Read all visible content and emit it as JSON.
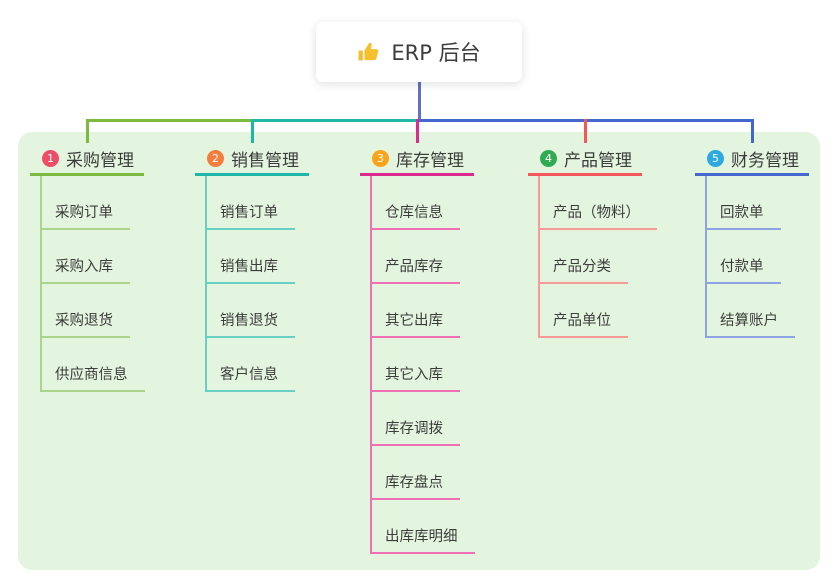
{
  "root": {
    "title": "ERP 后台",
    "icon": "thumbs-up-icon"
  },
  "colors": {
    "page_bg": "#ffffff",
    "panel_bg": "#e4f5df",
    "text": "#3c3c3c",
    "root_connector": "#6370c6",
    "thumb_icon": "#f5c02e"
  },
  "branches": [
    {
      "num": "1",
      "label": "采购管理",
      "badge_color": "#ee4d66",
      "line_color": "#7dbb40",
      "child_line_color": "#aad489",
      "children": [
        "采购订单",
        "采购入库",
        "采购退货",
        "供应商信息"
      ]
    },
    {
      "num": "2",
      "label": "销售管理",
      "badge_color": "#f57d3d",
      "line_color": "#1eb7a9",
      "child_line_color": "#67d0c3",
      "children": [
        "销售订单",
        "销售出库",
        "销售退货",
        "客户信息"
      ]
    },
    {
      "num": "3",
      "label": "库存管理",
      "badge_color": "#f9a41a",
      "line_color": "#dc2a91",
      "child_line_color": "#f070b5",
      "children": [
        "仓库信息",
        "产品库存",
        "其它出库",
        "其它入库",
        "库存调拨",
        "库存盘点",
        "出库库明细"
      ]
    },
    {
      "num": "4",
      "label": "产品管理",
      "badge_color": "#30ab52",
      "line_color": "#f4575a",
      "child_line_color": "#f89b98",
      "children": [
        "产品（物料）",
        "产品分类",
        "产品单位"
      ]
    },
    {
      "num": "5",
      "label": "财务管理",
      "badge_color": "#2ba9e0",
      "line_color": "#4466cf",
      "child_line_color": "#8ea4e2",
      "children": [
        "回款单",
        "付款单",
        "结算账户"
      ]
    }
  ]
}
